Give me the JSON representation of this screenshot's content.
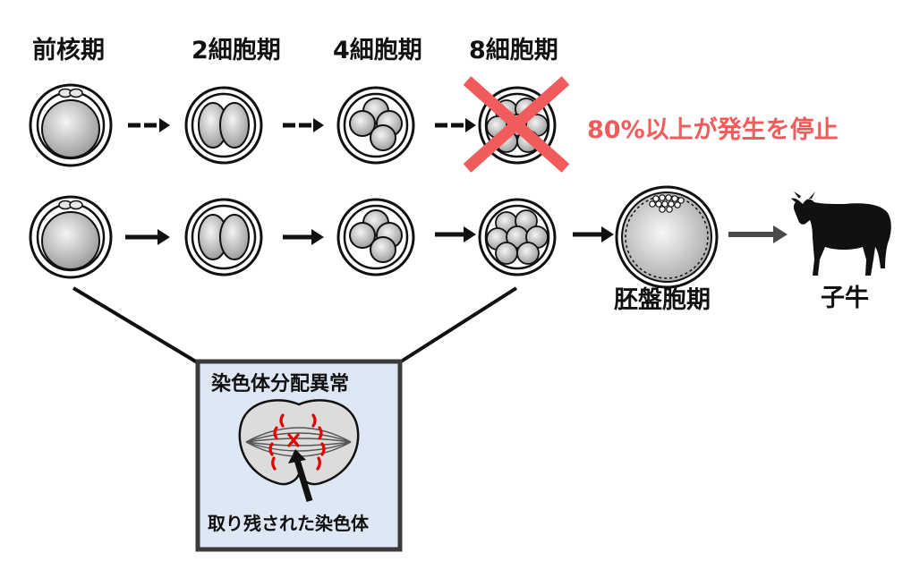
{
  "stages": {
    "pronuclear": "前核期",
    "two_cell": "2細胞期",
    "four_cell": "4細胞期",
    "eight_cell": "8細胞期",
    "blastocyst": "胚盤胞期",
    "calf": "子牛"
  },
  "arrest_note": "80%以上が発生を停止",
  "inset": {
    "title": "染色体分配異常",
    "caption": "取り残された染色体"
  },
  "icons": {
    "arrest_mark": "red-x-icon",
    "offspring": "cow-silhouette-icon"
  },
  "colors": {
    "arrest_red": "#f25b5b",
    "chromosome_red": "#e60000",
    "inset_background": "#dde8f4",
    "inset_border": "#3a3a3a"
  }
}
